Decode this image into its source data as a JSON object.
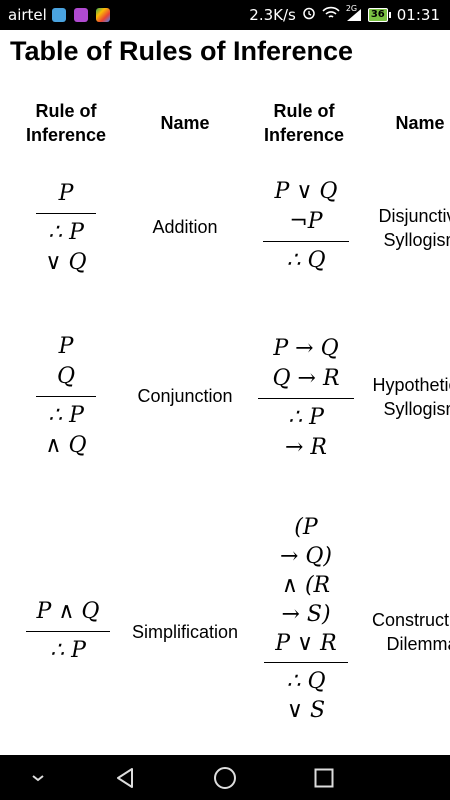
{
  "status_bar": {
    "carrier": "airtel",
    "speed": "2.3K/s",
    "network": "2G",
    "battery": "36",
    "time": "01:31"
  },
  "title": "Table of Rules of Inference",
  "table": {
    "headers": [
      "Rule of Inference",
      "Name",
      "Rule of Inference",
      "Name"
    ],
    "rows": [
      {
        "rule1": [
          "P",
          "∴ P",
          "∨ Q"
        ],
        "name1": "Addition",
        "rule2": [
          "P ∨ Q",
          "¬P",
          "∴ Q"
        ],
        "name2": [
          "Disjunctive",
          "Syllogism"
        ]
      },
      {
        "rule1": [
          "P",
          "Q",
          "∴ P",
          "∧ Q"
        ],
        "name1": "Conjunction",
        "rule2": [
          "P → Q",
          "Q → R",
          "∴ P",
          "→ R"
        ],
        "name2": [
          "Hypothetical",
          "Syllogism"
        ]
      },
      {
        "rule1": [
          "P ∧ Q",
          "∴ P"
        ],
        "name1": "Simplification",
        "rule2": [
          "(P",
          "→ Q)",
          "∧ (R",
          "→ S)",
          "P ∨ R",
          "∴ Q",
          "∨ S"
        ],
        "name2": [
          "Constructive",
          "Dilemma"
        ]
      }
    ]
  },
  "nav": {
    "icons": [
      "chevron-down-icon",
      "back-icon",
      "home-icon",
      "recents-icon"
    ]
  }
}
